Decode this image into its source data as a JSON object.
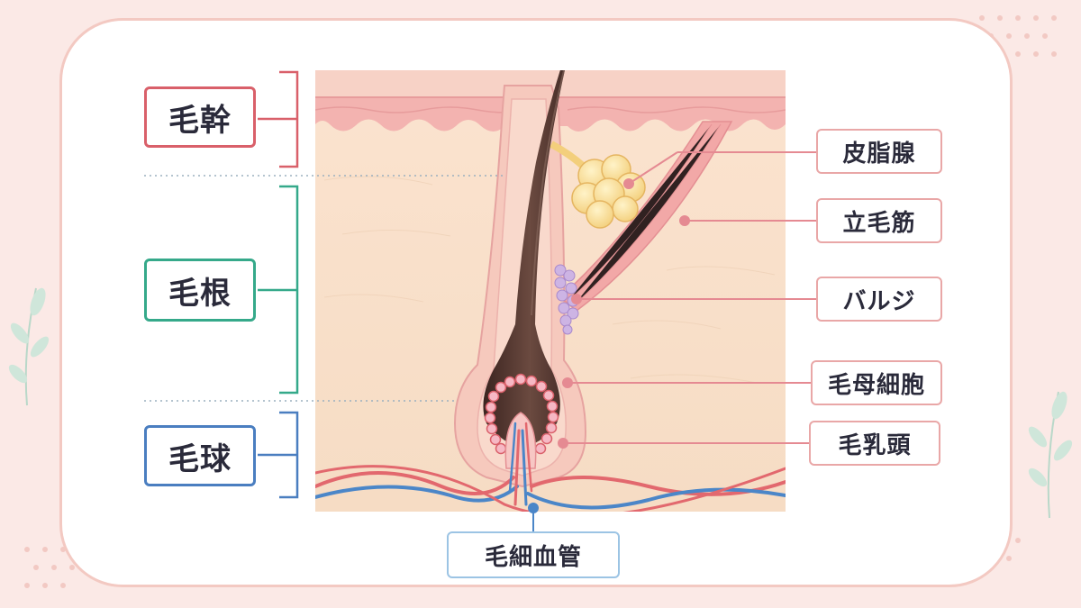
{
  "regions": {
    "shaft": "毛幹",
    "root": "毛根",
    "bulb": "毛球"
  },
  "labels": {
    "sebaceous_gland": "皮脂腺",
    "arrector_pili": "立毛筋",
    "bulge": "バルジ",
    "matrix_cells": "毛母細胞",
    "dermal_papilla": "毛乳頭",
    "capillaries": "毛細血管"
  },
  "colors": {
    "shaft_accent": "#d9606a",
    "root_accent": "#35a98a",
    "bulb_accent": "#4a7ec0",
    "pointer_line": "#e58a92",
    "capillary_blue": "#4b86c8"
  }
}
